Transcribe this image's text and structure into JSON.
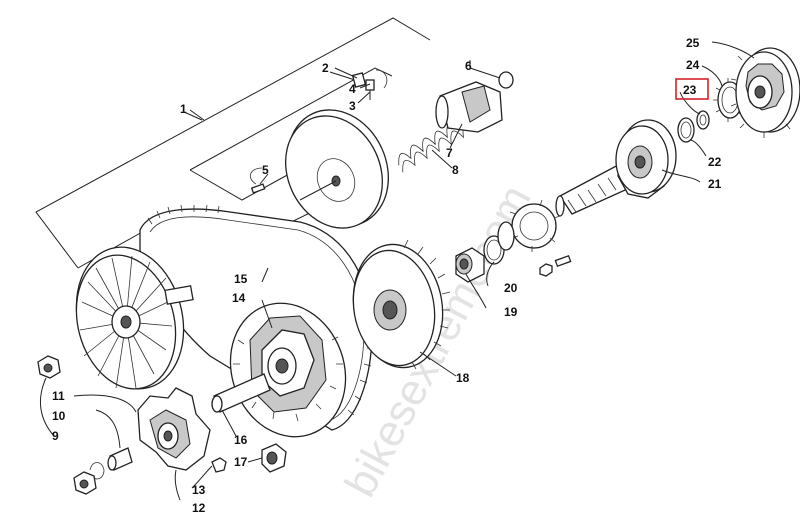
{
  "watermark": "bikesextremecom",
  "highlight_color": "#d2232a",
  "callouts": [
    {
      "id": "1",
      "label": "1"
    },
    {
      "id": "2",
      "label": "2"
    },
    {
      "id": "3",
      "label": "3"
    },
    {
      "id": "4",
      "label": "4"
    },
    {
      "id": "5",
      "label": "5"
    },
    {
      "id": "6",
      "label": "6"
    },
    {
      "id": "7",
      "label": "7"
    },
    {
      "id": "8",
      "label": "8"
    },
    {
      "id": "9",
      "label": "9"
    },
    {
      "id": "10",
      "label": "10"
    },
    {
      "id": "11",
      "label": "11"
    },
    {
      "id": "12",
      "label": "12"
    },
    {
      "id": "13",
      "label": "13"
    },
    {
      "id": "14",
      "label": "14"
    },
    {
      "id": "15",
      "label": "15"
    },
    {
      "id": "16",
      "label": "16"
    },
    {
      "id": "17",
      "label": "17"
    },
    {
      "id": "18",
      "label": "18"
    },
    {
      "id": "19",
      "label": "19"
    },
    {
      "id": "20",
      "label": "20"
    },
    {
      "id": "21",
      "label": "21"
    },
    {
      "id": "22",
      "label": "22"
    },
    {
      "id": "23",
      "label": "23",
      "highlighted": true
    },
    {
      "id": "24",
      "label": "24"
    },
    {
      "id": "25",
      "label": "25"
    }
  ]
}
